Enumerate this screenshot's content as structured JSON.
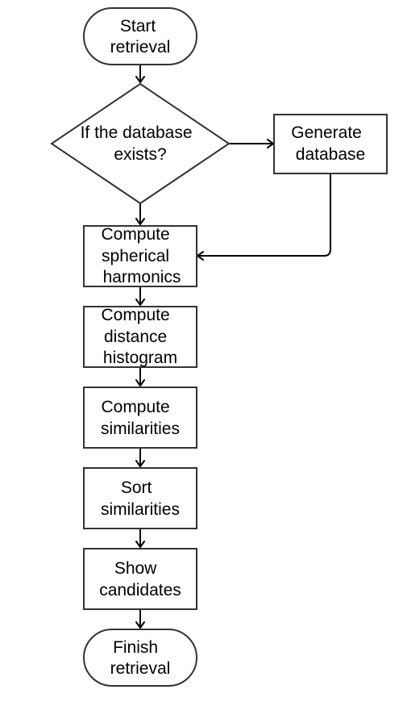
{
  "nodes": {
    "start": {
      "lines": [
        "Start",
        "retrieval"
      ]
    },
    "decision": {
      "lines": [
        "If the database",
        "exists?"
      ]
    },
    "generate_db": {
      "lines": [
        "Generate",
        "database"
      ]
    },
    "compute_sh": {
      "lines": [
        "Compute",
        "spherical",
        "harmonics"
      ]
    },
    "compute_hist": {
      "lines": [
        "Compute",
        "distance",
        "histogram"
      ]
    },
    "compute_sim": {
      "lines": [
        "Compute",
        "similarities"
      ]
    },
    "sort_sim": {
      "lines": [
        "Sort",
        "similarities"
      ]
    },
    "show_cand": {
      "lines": [
        "Show",
        "candidates"
      ]
    },
    "finish": {
      "lines": [
        "Finish",
        "retrieval"
      ]
    }
  }
}
